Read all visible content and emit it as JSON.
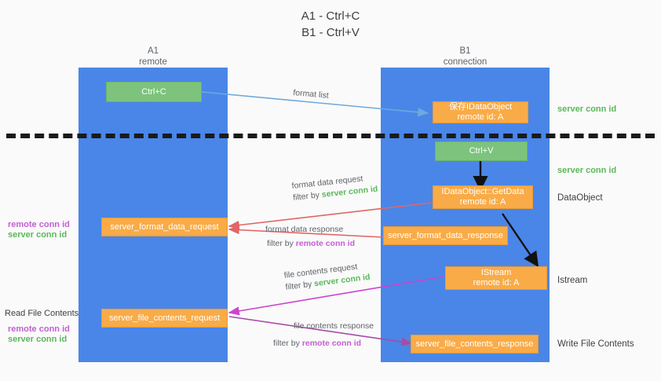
{
  "title": {
    "line1": "A1 - Ctrl+C",
    "line2": "B1 - Ctrl+V"
  },
  "lanes": [
    {
      "id": "A1",
      "name": "A1",
      "role": "remote",
      "color": "#4a86e8"
    },
    {
      "id": "B1",
      "name": "B1",
      "role": "connection",
      "color": "#4a86e8"
    }
  ],
  "colors": {
    "lane": "#4a86e8",
    "green_box": "#7dc37d",
    "orange_box": "#f9ab47",
    "server_conn_id": "#5bb85b",
    "remote_conn_id": "#c45fd4",
    "arrow_blue": "#6fa8dc",
    "arrow_red": "#e06666",
    "arrow_magenta": "#cc44cc",
    "arrow_purple": "#a64ca6",
    "arrow_black": "#000000",
    "separator": "#1a1a1a"
  },
  "boxes": {
    "ctrl_c": {
      "label": "Ctrl+C",
      "style": "green"
    },
    "ctrl_v": {
      "label": "Ctrl+V",
      "style": "green"
    },
    "save_idataobject": {
      "line1": "保存IDataObject",
      "line2": "remote id: A",
      "style": "orange"
    },
    "getdata": {
      "line1": "IDataObject::GetData",
      "line2": "remote id: A",
      "style": "orange"
    },
    "istream": {
      "line1": "IStream",
      "line2": "remote id: A",
      "style": "orange"
    },
    "server_format_data_request": {
      "label": "server_format_data_request",
      "style": "orange"
    },
    "server_format_data_response": {
      "label": "server_format_data_response",
      "style": "orange"
    },
    "server_file_contents_request": {
      "label": "server_file_contents_request",
      "style": "orange"
    },
    "server_file_contents_response": {
      "label": "server_file_contents_response",
      "style": "orange"
    }
  },
  "right_labels": {
    "server_conn_id_1": "server conn id",
    "server_conn_id_2": "server conn id",
    "dataobject": "DataObject",
    "istream": "Istream",
    "write_file_contents": "Write File Contents"
  },
  "left_labels": {
    "remote_conn_id_1": "remote conn id",
    "server_conn_id_1": "server conn id",
    "read_file_contents": "Read File Contents",
    "remote_conn_id_2": "remote conn id",
    "server_conn_id_2": "server conn id"
  },
  "edges": [
    {
      "id": "format-list",
      "from": "ctrl_c",
      "to": "save_idataobject",
      "label": "format list",
      "color": "#6fa8dc"
    },
    {
      "id": "format-data-request",
      "from": "getdata",
      "to": "server_format_data_request",
      "label_line1": "format data request",
      "label_line2_prefix": "filter by ",
      "label_line2_value": "server conn id",
      "label_line2_value_kind": "server",
      "color": "#e06666"
    },
    {
      "id": "format-data-response",
      "from": "server_format_data_request",
      "to": "server_format_data_response",
      "label_line1": "format data response",
      "label_line2_prefix": "filter by ",
      "label_line2_value": "remote conn id",
      "label_line2_value_kind": "remote",
      "color": "#e06666"
    },
    {
      "id": "file-contents-request",
      "from": "istream",
      "to": "server_file_contents_request",
      "label_line1": "file contents request",
      "label_line2_prefix": "filter by ",
      "label_line2_value": "server conn id",
      "label_line2_value_kind": "server",
      "color": "#cc44cc"
    },
    {
      "id": "file-contents-response",
      "from": "server_file_contents_request",
      "to": "server_file_contents_response",
      "label_line1": "file contents response",
      "label_line2_prefix": "filter by ",
      "label_line2_value": "remote conn id",
      "label_line2_value_kind": "remote",
      "color": "#a64ca6"
    },
    {
      "id": "ctrlv-to-getdata",
      "from": "ctrl_v",
      "to": "getdata",
      "label": "",
      "color": "#000000"
    },
    {
      "id": "getdata-to-istream",
      "from": "getdata",
      "to": "istream",
      "label": "",
      "color": "#000000"
    }
  ]
}
